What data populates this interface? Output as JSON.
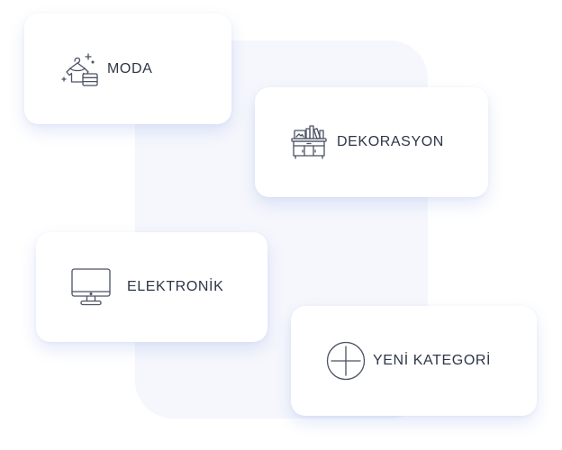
{
  "categories": [
    {
      "label": "MODA",
      "icon": "clothing-icon"
    },
    {
      "label": "DEKORASYON",
      "icon": "furniture-icon"
    },
    {
      "label": "ELEKTRONİK",
      "icon": "monitor-icon"
    },
    {
      "label": "YENİ KATEGORİ",
      "icon": "plus-circle-icon"
    }
  ],
  "colors": {
    "icon_stroke": "#4a5263",
    "label_text": "#2e3647",
    "backdrop": "#f5f7fc"
  }
}
